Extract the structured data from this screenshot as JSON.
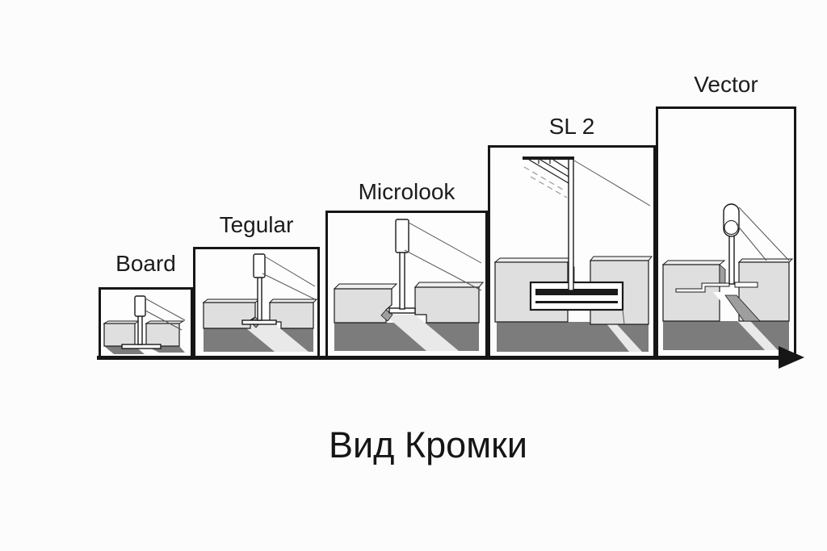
{
  "diagram": {
    "caption": "Вид Кромки",
    "axis": {
      "icon": "arrow-right-icon"
    },
    "edge_types": [
      {
        "label": "Board",
        "icon": "board-edge-diagram"
      },
      {
        "label": "Tegular",
        "icon": "tegular-edge-diagram"
      },
      {
        "label": "Microlook",
        "icon": "microlook-edge-diagram"
      },
      {
        "label": "SL 2",
        "icon": "sl2-edge-diagram"
      },
      {
        "label": "Vector",
        "icon": "vector-edge-diagram"
      }
    ]
  },
  "colors": {
    "background": "#fcfcfc",
    "outline": "#161616",
    "panel_front": "#dfdfdf",
    "panel_top": "#efefef",
    "panel_side": "#9e9e9e",
    "shadow": "#7c7c7c",
    "text": "#1c1c1c"
  }
}
